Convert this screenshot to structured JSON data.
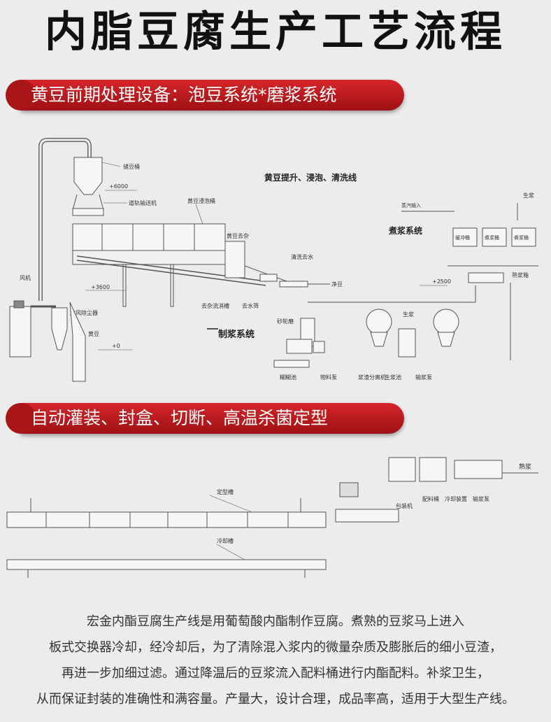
{
  "title": "内脂豆腐生产工艺流程",
  "section1": {
    "banner": "黄豆前期处理设备：泡豆系统*磨浆系统",
    "labels": {
      "storage_bin": "储豆桶",
      "elev_6000": "+6000",
      "track_conveyor": "道轨输送机",
      "soak_tank": "黄豆浸泡桶",
      "line_title": "黄豆提升、浸泡、清洗线",
      "steam_in": "蒸汽输入",
      "raw_slurry": "生浆",
      "cook_system": "煮浆系统",
      "buffer_tank": "缓冲桶",
      "cook_tank1": "煮浆桶",
      "cook_tank2": "煮浆桶",
      "destoner": "黄豆去杂",
      "wash_water": "清洗去水",
      "fan": "风机",
      "elev_3600": "+3600",
      "clean_bean": "净豆",
      "elev_2500": "+2500",
      "cooked_box": "熟浆箱",
      "destone_tank": "去杂流消槽",
      "dewater_screen": "去水筛",
      "cyclone": "旋风除尘器",
      "grinder": "砂轮磨",
      "raw_slurry2": "生浆",
      "soybean": "黄豆",
      "pulp_system": "制浆系统",
      "elev_0": "+0",
      "paste_pool": "糊糊池",
      "material_pump": "物料泵",
      "separator": "浆渣分离机",
      "raw_pool": "生浆池",
      "slurry_pump": "输浆泵"
    }
  },
  "section2": {
    "banner": "自动灌装、封盒、切断、高温杀菌定型",
    "labels": {
      "cooked_slurry": "熟浆",
      "forming_tank": "定型槽",
      "mix_tank": "配料桶",
      "cooling_device": "冷却装置",
      "pump": "输浆泵",
      "packer": "包装机",
      "cooling_tank": "冷却槽"
    }
  },
  "description": [
    "宏金内酯豆腐生产线是用葡萄酸内酯制作豆腐。煮熟的豆浆马上进入",
    "板式交换器冷却，经冷却后，为了清除混入浆内的微量杂质及膨胀后的细小豆渣，",
    "再进一步加细过滤。通过降温后的豆浆流入配料桶进行内酯配料。补浆卫生，",
    "从而保证封装的准确性和满容量。产量大，设计合理，成品率高，适用于大型生产线。"
  ]
}
